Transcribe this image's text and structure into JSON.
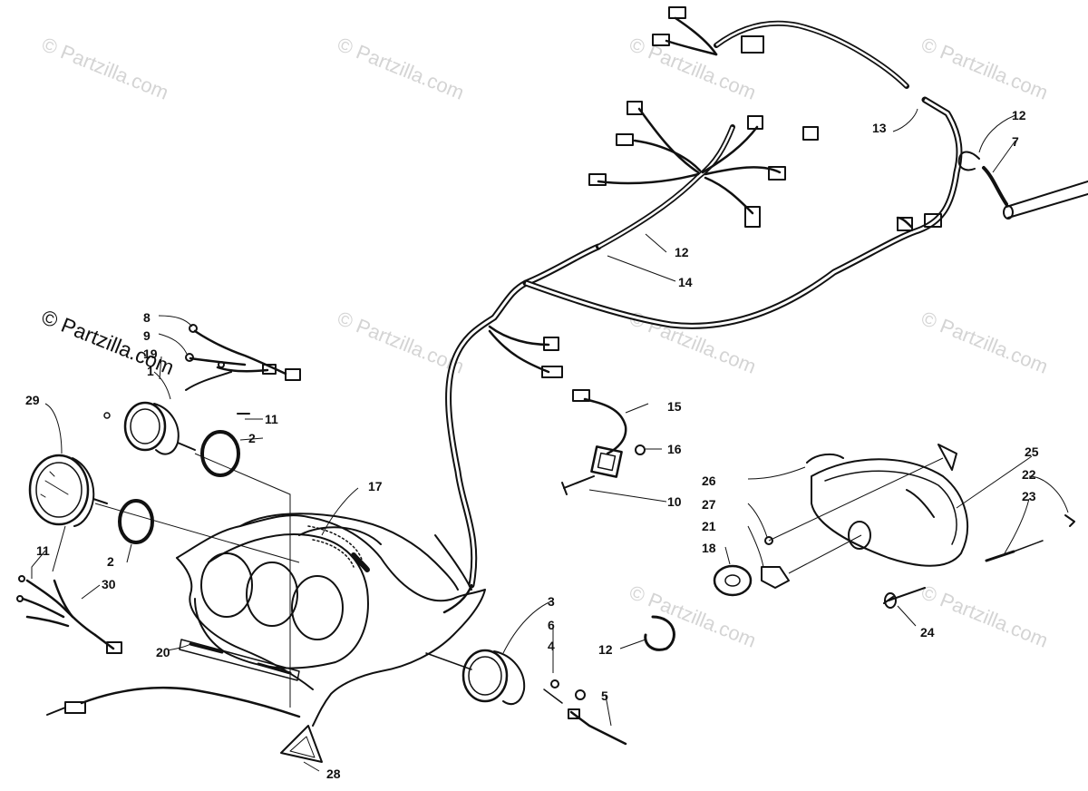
{
  "watermark": {
    "text": "© Partzilla.com",
    "main_text": "© Partzilla.com"
  },
  "callouts": {
    "c1": "1",
    "c2a": "2",
    "c2b": "2",
    "c3": "3",
    "c4": "4",
    "c5": "5",
    "c6": "6",
    "c7": "7",
    "c8": "8",
    "c9": "9",
    "c10": "10",
    "c11a": "11",
    "c11b": "11",
    "c12a": "12",
    "c12b": "12",
    "c12c": "12",
    "c13": "13",
    "c14": "14",
    "c15": "15",
    "c16": "16",
    "c17": "17",
    "c18": "18",
    "c19": "19",
    "c20": "20",
    "c21": "21",
    "c22": "22",
    "c23": "23",
    "c24": "24",
    "c25": "25",
    "c26": "26",
    "c27": "27",
    "c28": "28",
    "c29": "29",
    "c30": "30"
  }
}
